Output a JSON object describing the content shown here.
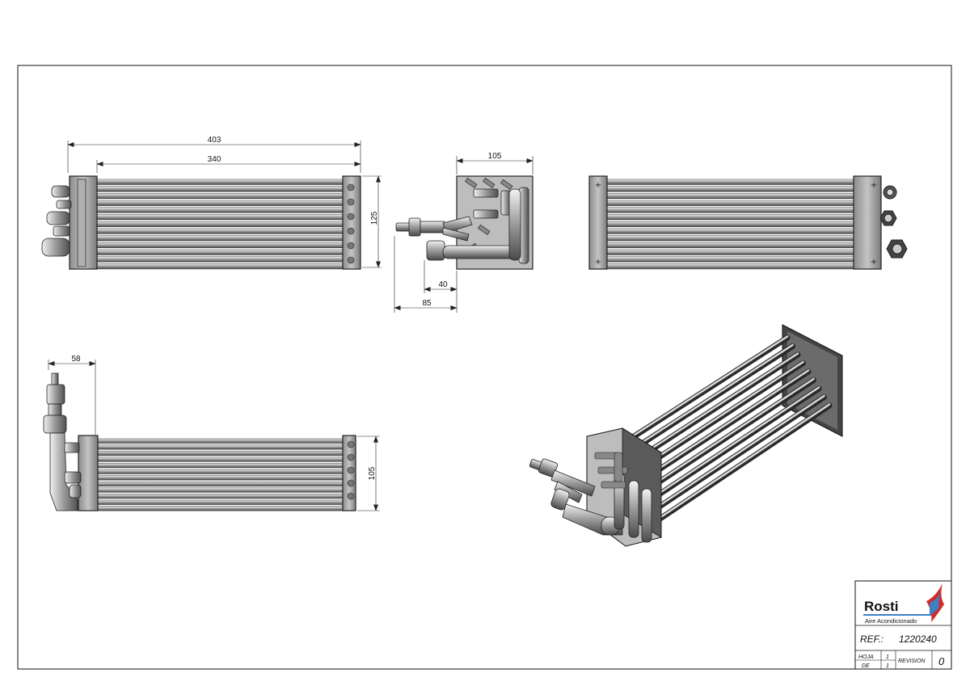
{
  "dimensions": {
    "front_overall": "403",
    "front_core": "340",
    "front_height": "125",
    "side_depth": "105",
    "side_offset_40": "40",
    "side_offset_85": "85",
    "bottom_offset": "58",
    "bottom_height": "105"
  },
  "title_block": {
    "brand": "Rosti",
    "tagline": "Aire Acondicionado",
    "ref_label": "REF.:",
    "ref_value": "1220240",
    "hoja_label": "HOJA",
    "hoja_value": "1",
    "de_label": "DE",
    "de_value": "1",
    "revision_label": "REVISION",
    "revision_value": "0"
  },
  "colors": {
    "brand_navy": "#1b2a6b",
    "brand_red": "#d02b2b",
    "brand_blue": "#3f7fc4"
  }
}
